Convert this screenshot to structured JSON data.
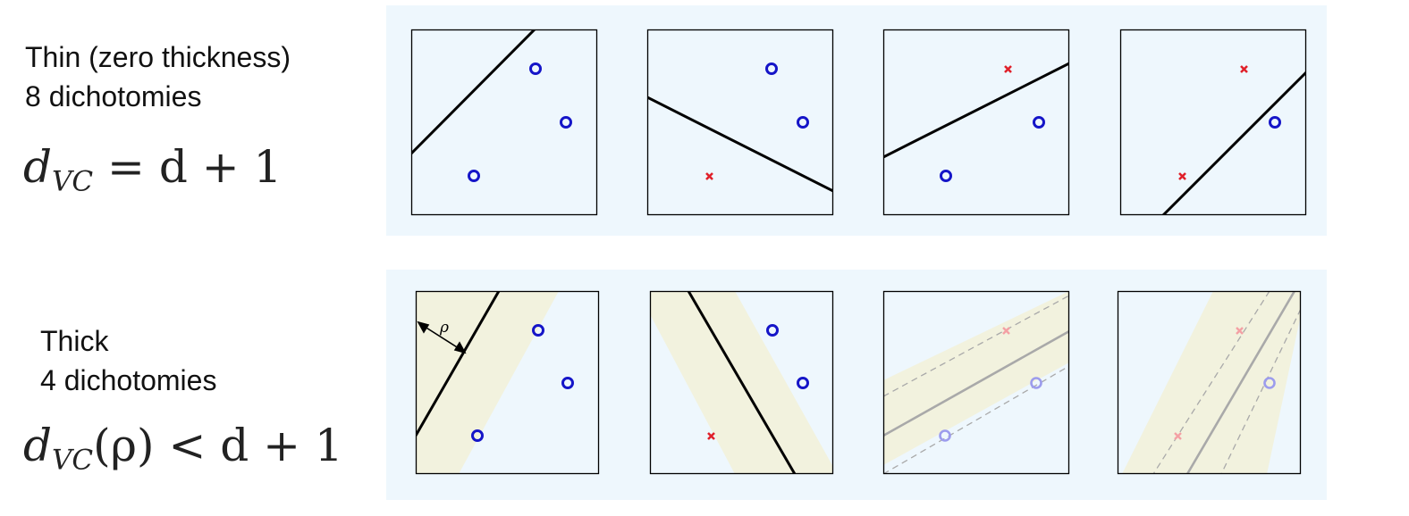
{
  "thin": {
    "caption_line1": "Thin (zero thickness)",
    "caption_line2": "8 dichotomies",
    "formula": {
      "lhs": "d",
      "sub": "VC",
      "rhs": "= d + 1"
    }
  },
  "thick": {
    "caption_line1": "Thick",
    "caption_line2": "4 dichotomies",
    "formula": {
      "lhs": "d",
      "sub": "VC",
      "arg": "(ρ)",
      "rhs": "< d + 1"
    },
    "margin_label": "ρ"
  },
  "colors": {
    "band_background": "#eef7fd",
    "margin_fill": "#f2f2de",
    "positive_point": "#1515c8",
    "negative_point": "#e0202a",
    "separator": "#000000",
    "faded_separator": "#a9a9a9",
    "faded_point_circle": "#9c9ced",
    "faded_point_cross": "#f4a0a4"
  },
  "icons": {
    "positive": "circle-icon",
    "negative": "cross-icon"
  }
}
